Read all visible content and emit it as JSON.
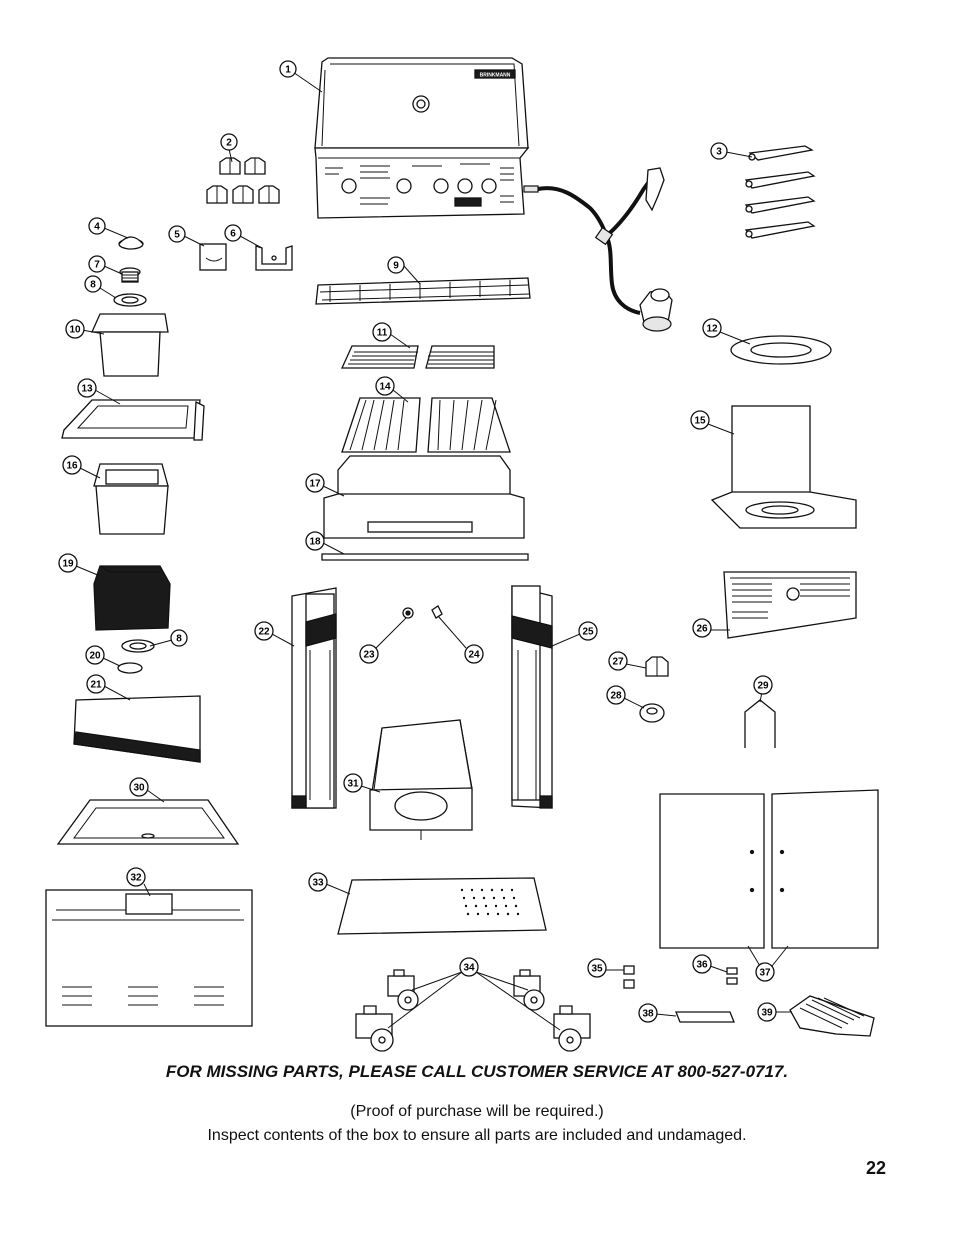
{
  "brand_label": "BRINKMANN",
  "callouts": [
    "1",
    "2",
    "3",
    "4",
    "5",
    "6",
    "7",
    "8",
    "9",
    "10",
    "11",
    "12",
    "13",
    "14",
    "15",
    "16",
    "17",
    "18",
    "19",
    "8",
    "20",
    "21",
    "22",
    "23",
    "24",
    "25",
    "26",
    "27",
    "28",
    "29",
    "30",
    "31",
    "32",
    "33",
    "34",
    "35",
    "36",
    "37",
    "38",
    "39"
  ],
  "footer": {
    "missing_parts": "FOR MISSING PARTS, PLEASE CALL CUSTOMER SERVICE AT 800-527-0717.",
    "proof": "(Proof of purchase will be required.)",
    "inspect": "Inspect contents of the box to ensure all parts are included and undamaged.",
    "page_number": "22"
  }
}
